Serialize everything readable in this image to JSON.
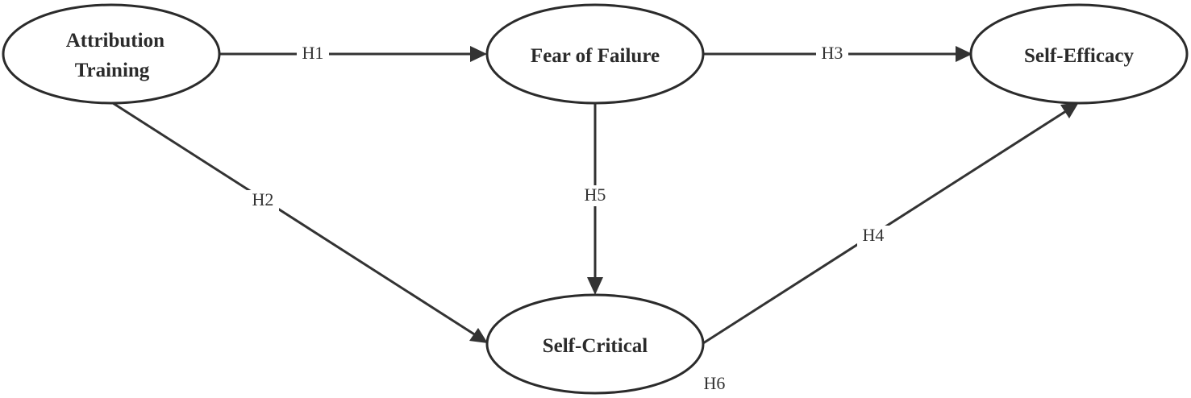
{
  "nodes": {
    "attribution_training": {
      "lines": [
        "Attribution",
        "Training"
      ]
    },
    "fear_of_failure": {
      "lines": [
        "Fear of Failure"
      ]
    },
    "self_efficacy": {
      "lines": [
        "Self-Efficacy"
      ]
    },
    "self_critical": {
      "lines": [
        "Self-Critical"
      ]
    }
  },
  "edges": {
    "h1": {
      "label": "H1",
      "from": "Attribution Training",
      "to": "Fear of Failure"
    },
    "h2": {
      "label": "H2",
      "from": "Attribution Training",
      "to": "Self-Critical"
    },
    "h3": {
      "label": "H3",
      "from": "Fear of Failure",
      "to": "Self-Efficacy"
    },
    "h4": {
      "label": "H4",
      "from": "Self-Critical",
      "to": "Self-Efficacy"
    },
    "h5": {
      "label": "H5",
      "from": "Fear of Failure",
      "to": "Self-Critical"
    }
  },
  "free_labels": {
    "h6": "H6"
  },
  "colors": {
    "stroke": "#2b2b2b",
    "background": "#ffffff"
  }
}
